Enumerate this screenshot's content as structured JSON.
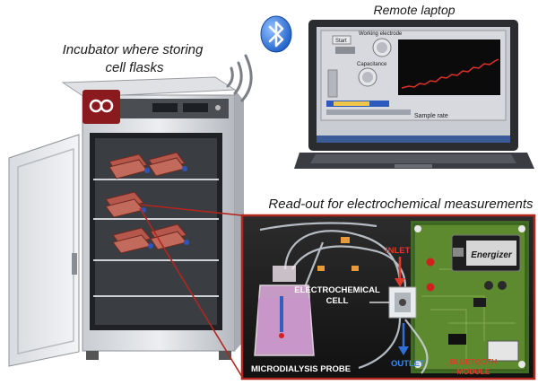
{
  "captions": {
    "incubator": "Incubator where storing cell flasks",
    "incubator_line1": "Incubator where storing",
    "incubator_line2": "cell flasks",
    "laptop": "Remote laptop",
    "readout": "Read-out for electrochemical measurements"
  },
  "laptop_screen": {
    "start_label": "Start",
    "working_electrode": "Working electrode",
    "capacitance": "Capacitance",
    "sample_rate": "Sample rate"
  },
  "photo_labels": {
    "inlet": "INLET",
    "electrochemical_cell_line1": "ELECTROCHEMICAL",
    "electrochemical_cell_line2": "CELL",
    "outlet": "OUTLET",
    "microdialysis_probe": "MICRODIALYSIS PROBE",
    "bluetooth_module_line1": "BLUETOOTH",
    "bluetooth_module_line2": "MODULE"
  },
  "battery_brand": "Energizer",
  "icons": [
    "bluetooth-icon",
    "wifi-waves-icon"
  ],
  "colors": {
    "highlight_frame": "#b3261e",
    "label_red": "#e03a2c",
    "bluetooth_blue": "#2f6fd6",
    "incubator_door_red": "#8b1a1f"
  }
}
